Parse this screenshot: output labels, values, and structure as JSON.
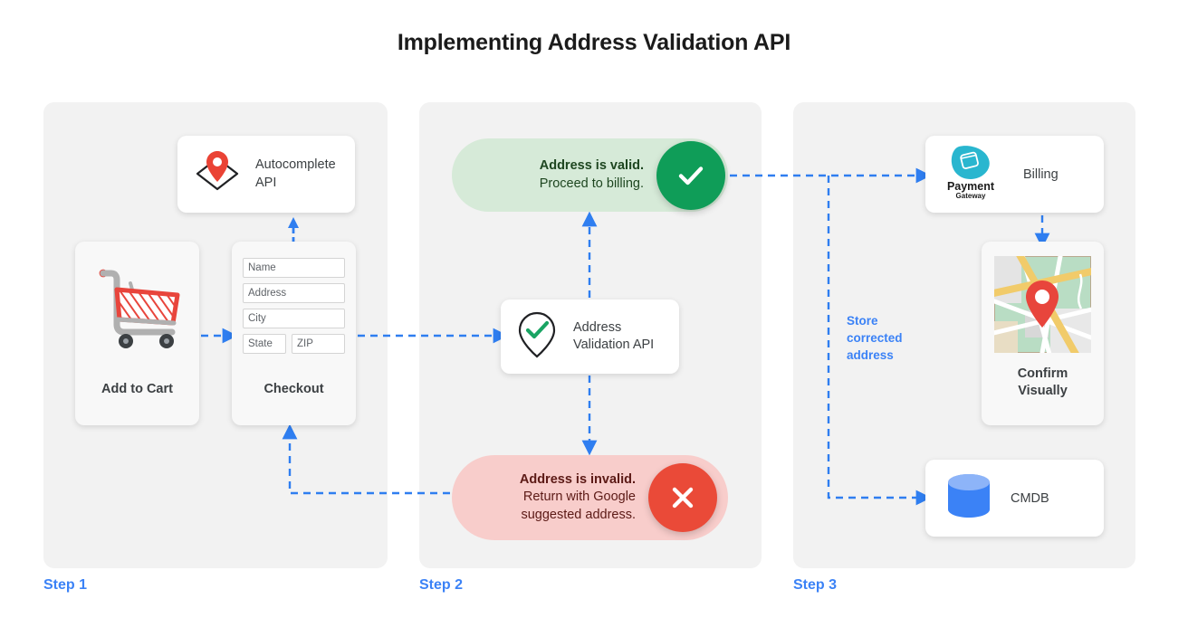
{
  "title": "Implementing Address Validation API",
  "theme": {
    "accent_blue": "#3b82f6",
    "panel_bg": "#f2f2f2",
    "valid_bg": "#d6ead8",
    "valid_circle": "#0f9d58",
    "invalid_bg": "#f8cdcb",
    "invalid_circle": "#ea4a38",
    "pin_red": "#ea4335",
    "db_blue": "#3b82f6",
    "payment_teal": "#29b6cf"
  },
  "steps": [
    {
      "label": "Step 1"
    },
    {
      "label": "Step 2"
    },
    {
      "label": "Step 3"
    }
  ],
  "step1": {
    "autocomplete": {
      "label_line1": "Autocomplete",
      "label_line2": "API",
      "icon": "map-pin-envelope-icon"
    },
    "add_to_cart": {
      "caption": "Add to Cart",
      "icon": "shopping-cart-icon"
    },
    "checkout": {
      "caption": "Checkout",
      "fields": [
        {
          "name": "name-field",
          "placeholder": "Name"
        },
        {
          "name": "address-field",
          "placeholder": "Address"
        },
        {
          "name": "city-field",
          "placeholder": "City"
        }
      ],
      "state_field": "State",
      "zip_field": "ZIP"
    }
  },
  "step2": {
    "valid": {
      "line1": "Address is valid.",
      "line2": "Proceed to billing.",
      "icon": "check-circle-icon"
    },
    "invalid": {
      "line1": "Address is invalid.",
      "line2": "Return with Google",
      "line3": "suggested address.",
      "icon": "x-circle-icon"
    },
    "validation_api": {
      "label_line1": "Address",
      "label_line2": "Validation API",
      "icon": "map-pin-check-icon"
    }
  },
  "step3": {
    "billing": {
      "label": "Billing",
      "icon": "payment-gateway-logo",
      "logo_line1": "Payment",
      "logo_line2": "Gateway"
    },
    "confirm": {
      "caption_line1": "Confirm",
      "caption_line2": "Visually",
      "icon": "map-thumbnail-icon"
    },
    "cmdb": {
      "label": "CMDB",
      "icon": "database-cylinder-icon"
    },
    "store_note": {
      "line1": "Store",
      "line2": "corrected",
      "line3": "address"
    }
  }
}
